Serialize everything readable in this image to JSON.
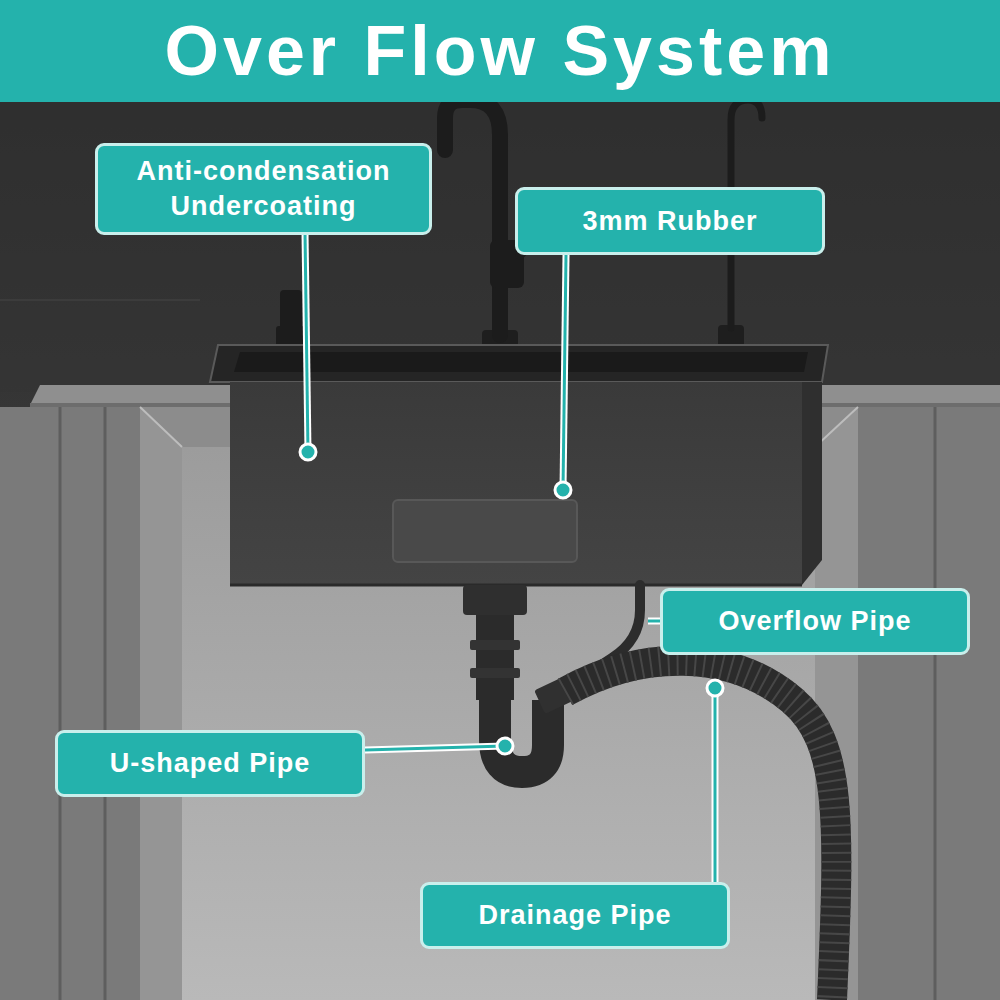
{
  "diagram": {
    "title": "Over Flow System",
    "nodes": [
      {
        "text": [
          "Anti-condensation Undercoating"
        ]
      },
      {
        "text": [
          "3mm Rubber"
        ]
      },
      {
        "text": [
          "Overflow Pipe"
        ]
      },
      {
        "text": [
          "U-shaped Pipe"
        ]
      },
      {
        "text": [
          "Drainage Pipe"
        ]
      }
    ]
  }
}
